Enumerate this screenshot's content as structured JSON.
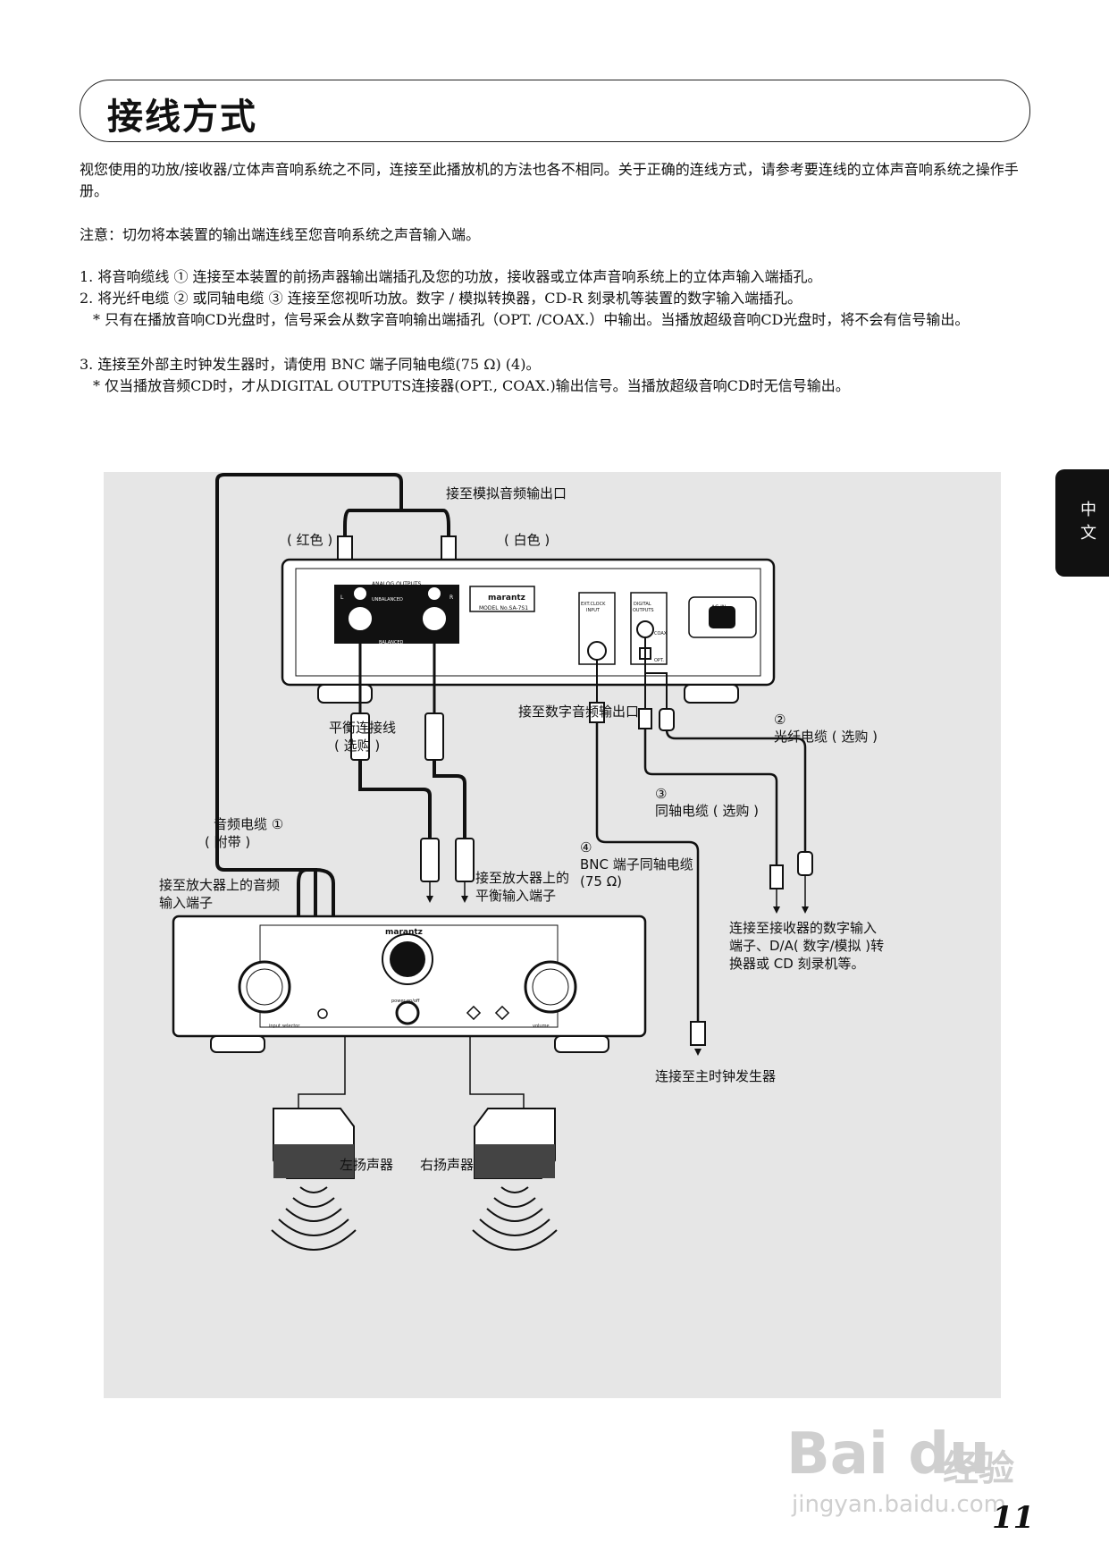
{
  "title": "接线方式",
  "intro": "视您使用的功放/接收器/立体声音响系统之不同，连接至此播放机的方法也各不相同。关于正确的连线方式，请参考要连线的立体声音响系统之操作手册。",
  "note": "注意：切勿将本装置的输出端连线至您音响系统之声音输入端。",
  "steps": [
    "1. 将音响缆线 ① 连接至本装置的前扬声器输出端插孔及您的功放，接收器或立体声音响系统上的立体声输入端插孔。",
    "2. 将光纤电缆 ② 或同轴电缆 ③ 连接至您视听功放。数字 / 模拟转换器，CD-R 刻录机等装置的数字输入端插孔。",
    "* 只有在播放音响CD光盘时，信号采会从数字音响输出端插孔（OPT. /COAX.）中输出。当播放超级音响CD光盘时，将不会有信号输出。",
    "3. 连接至外部主时钟发生器时，请使用 BNC 端子同轴电缆(75 Ω) (4)。",
    "* 仅当播放音频CD时，才从DIGITAL OUTPUTS连接器(OPT., COAX.)输出信号。当播放超级音响CD时无信号输出。"
  ],
  "side_tab": "中文",
  "diagram": {
    "analog_out": "接至模拟音频输出口",
    "red": "( 红色 )",
    "white": "( 白色 )",
    "balanced_cable": "平衡连接线",
    "balanced_opt": "( 选购 )",
    "digital_out": "接至数字音频输出口",
    "optical_num": "②",
    "optical": "光纤电缆 ( 选购 )",
    "coax_num": "③",
    "coax": "同轴电缆 ( 选购 )",
    "audio_cable": "音频电缆 ①",
    "audio_cable_sub": "( 附带 )",
    "bnc_num": "④",
    "bnc": "BNC 端子同轴电缆",
    "bnc_ohm": "(75 Ω)",
    "amp_input_1": "接至放大器上的音频",
    "amp_input_2": "输入端子",
    "amp_bal_1": "接至放大器上的",
    "amp_bal_2": "平衡输入端子",
    "digital_in_1": "连接至接收器的数字输入",
    "digital_in_2": "端子、D/A( 数字/模拟 )转",
    "digital_in_3": "换器或 CD 刻录机等。",
    "master_clock": "连接至主时钟发生器",
    "left_speaker": "左扬声器",
    "right_speaker": "右扬声器",
    "player": {
      "brand": "marantz",
      "model": "MODEL No.SA-7S1",
      "analog_outputs": "ANALOG OUTPUTS",
      "unbalanced": "UNBALANCED",
      "balanced": "BALANCED",
      "ext_clock": "EXT.CLOCK",
      "input": "INPUT",
      "digital": "DIGITAL",
      "outputs": "OUTPUTS",
      "coax": "COAX",
      "opt": "OPT.",
      "ac_in": "AC IN",
      "l": "L",
      "r": "R"
    },
    "amp": {
      "brand": "marantz",
      "power": "power on/off",
      "input_selector": "input selector",
      "volume": "volume"
    }
  },
  "watermark": {
    "brand": "Bai du",
    "cn": "经验",
    "url": "jingyan.baidu.com"
  },
  "page_number": "11"
}
